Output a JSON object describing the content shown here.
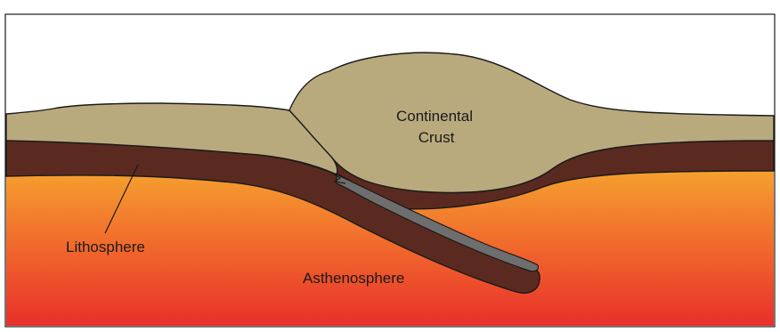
{
  "labels": {
    "continental_crust_line1": "Continental",
    "continental_crust_line2": "Crust",
    "lithosphere": "Lithosphere",
    "asthenosphere": "Asthenosphere"
  },
  "colors": {
    "crust": "#b9aa7e",
    "lithosphere": "#5a2a20",
    "mantle_top": "#f39a2e",
    "mantle_bottom": "#e8302a",
    "slab_highlight": "#7a7a7a",
    "outline": "#1a1a1a"
  },
  "icons": {
    "leader_line": "lithosphere-leader-line"
  }
}
